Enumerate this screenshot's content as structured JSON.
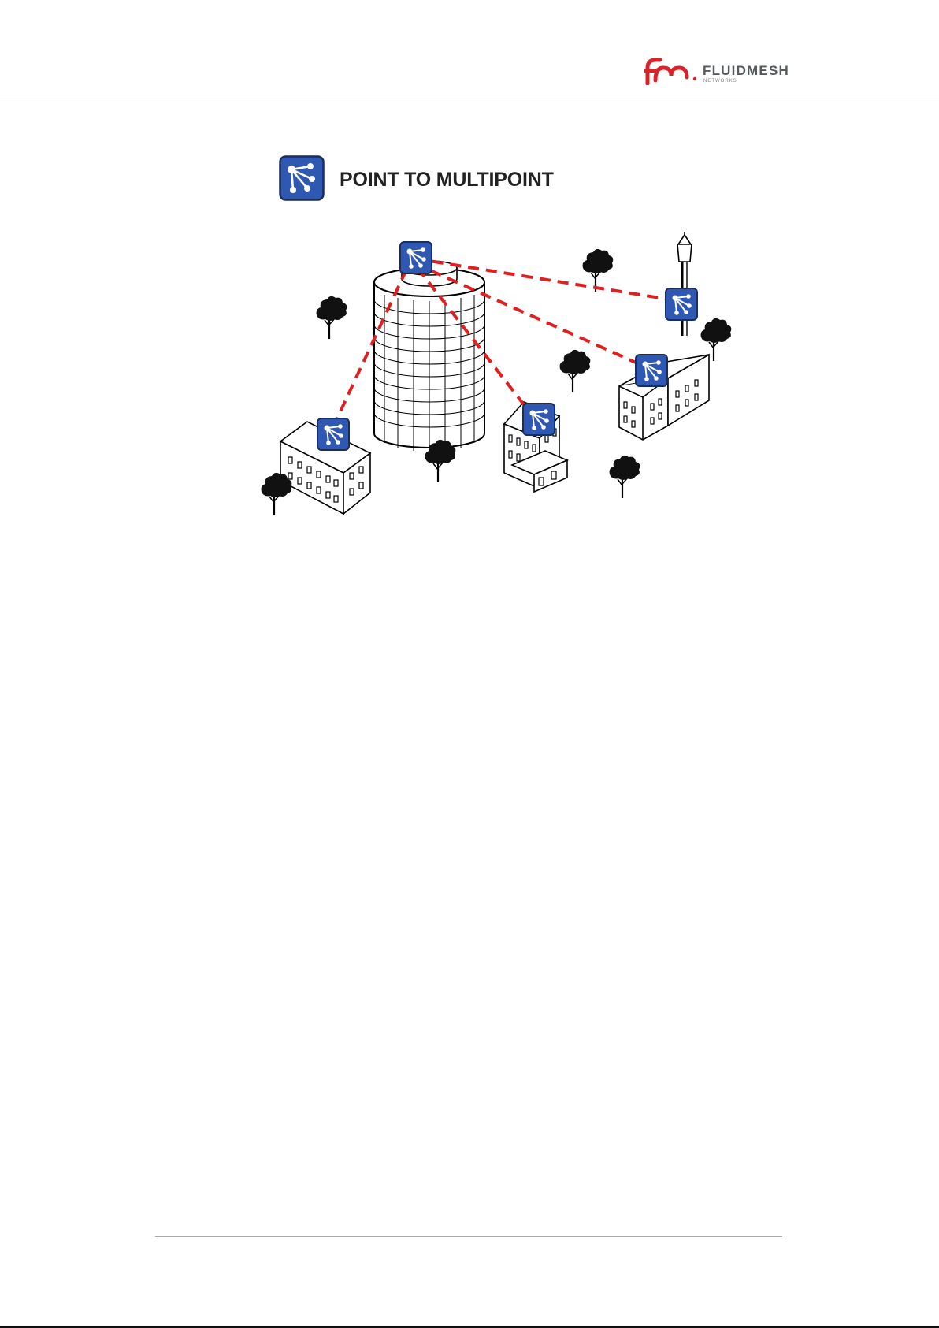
{
  "header": {
    "logo_name": "FLUIDMESH",
    "logo_sub": "NETWORKS",
    "brand_color": "#d8232a"
  },
  "diagram": {
    "title": "POINT TO MULTIPOINT",
    "icon": "point-to-multipoint-icon",
    "link_color": "#e02020",
    "device_color": "#2f58b3"
  }
}
